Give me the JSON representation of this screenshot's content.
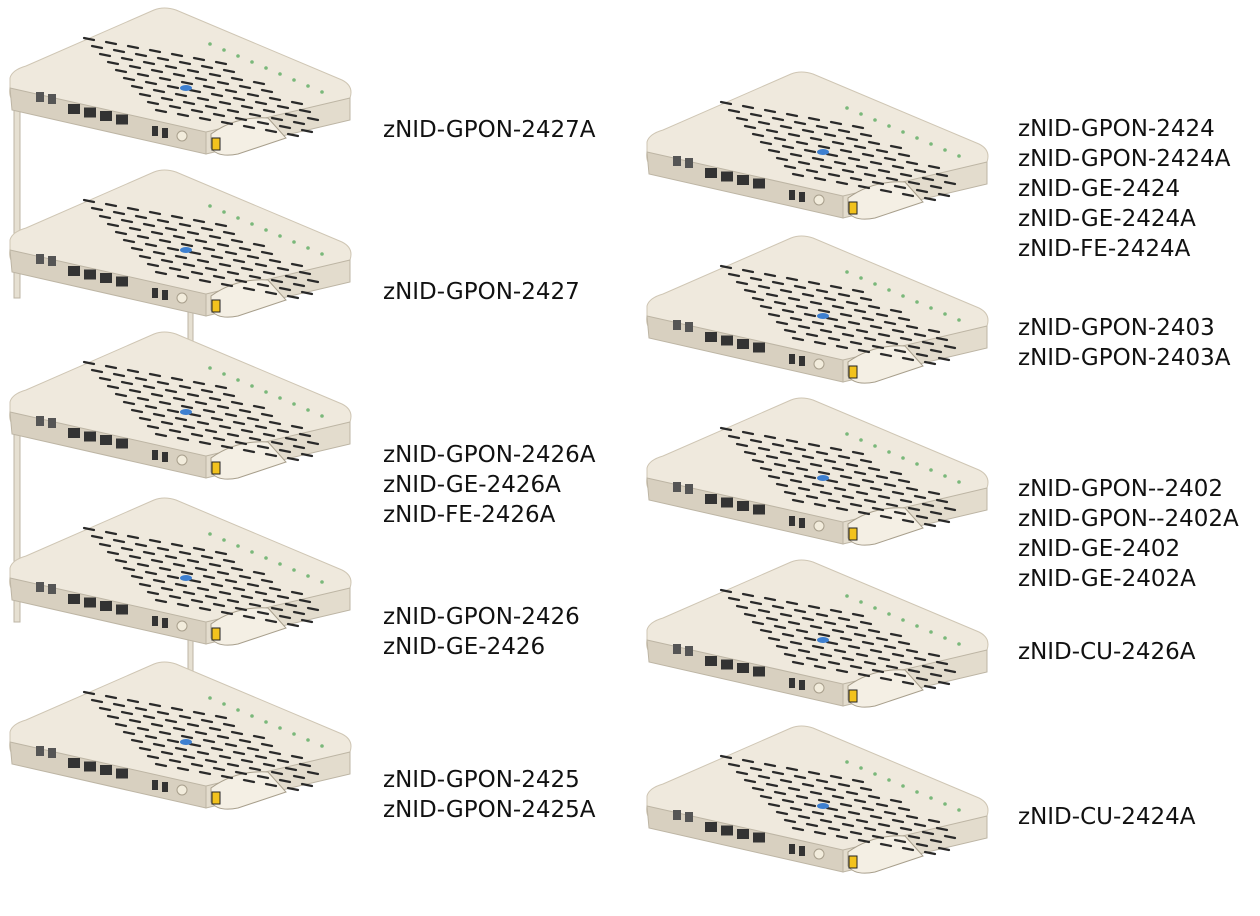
{
  "columns": [
    {
      "side": "left",
      "devices": [
        {
          "id": "d1",
          "antenna": true,
          "lines": [
            "zNID-GPON-2427A"
          ]
        },
        {
          "id": "d2",
          "antenna": false,
          "lines": [
            "zNID-GPON-2427"
          ]
        },
        {
          "id": "d3",
          "antenna": true,
          "lines": [
            "zNID-GPON-2426A",
            "zNID-GE-2426A",
            "zNID-FE-2426A"
          ]
        },
        {
          "id": "d4",
          "antenna": false,
          "lines": [
            "zNID-GPON-2426",
            "zNID-GE-2426"
          ]
        },
        {
          "id": "d5",
          "antenna": false,
          "lines": [
            "zNID-GPON-2425",
            "zNID-GPON-2425A"
          ]
        }
      ]
    },
    {
      "side": "right",
      "devices": [
        {
          "id": "d6",
          "antenna": false,
          "lines": [
            "zNID-GPON-2424",
            "zNID-GPON-2424A",
            "zNID-GE-2424",
            "zNID-GE-2424A",
            "zNID-FE-2424A"
          ]
        },
        {
          "id": "d7",
          "antenna": false,
          "lines": [
            "zNID-GPON-2403",
            "zNID-GPON-2403A"
          ]
        },
        {
          "id": "d8",
          "antenna": false,
          "lines": [
            "zNID-GPON--2402",
            "zNID-GPON--2402A",
            "zNID-GE-2402",
            "zNID-GE-2402A"
          ]
        },
        {
          "id": "d9",
          "antenna": false,
          "lines": [
            "zNID-CU-2426A"
          ]
        },
        {
          "id": "d10",
          "antenna": false,
          "lines": [
            "zNID-CU-2424A"
          ]
        }
      ]
    }
  ],
  "colors": {
    "shell": "#efe9dd",
    "shell_shadow": "#d8d0c0",
    "vent": "#2a2a2a",
    "port": "#333333",
    "led": "#7ab87a",
    "brand": "#3d7fd0",
    "label": "#111111"
  }
}
